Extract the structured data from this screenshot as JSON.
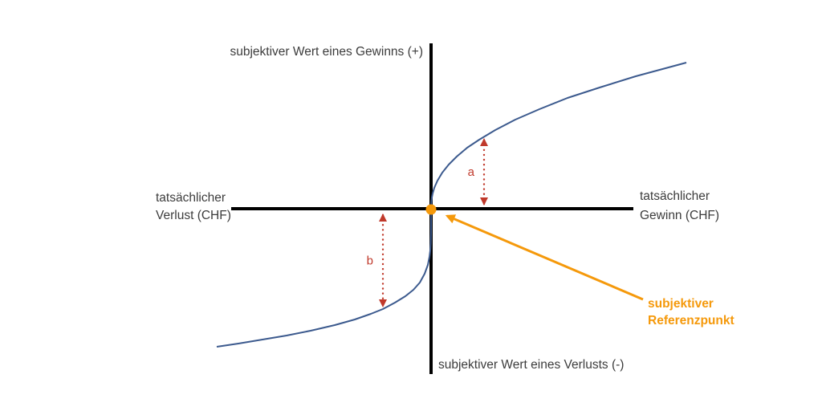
{
  "chart_data": {
    "type": "line",
    "title": "",
    "x_axis": {
      "negative_label": [
        "tatsächlicher",
        "Verlust (CHF)"
      ],
      "positive_label": [
        "tatsächlicher",
        "Gewinn (CHF)"
      ]
    },
    "y_axis": {
      "positive_label": "subjektiver Wert eines Gewinns (+)",
      "negative_label": "subjektiver Wert eines Verlusts (-)"
    },
    "series": [
      {
        "name": "value-function-curve",
        "color": "#3c5a8e",
        "points": [
          [
            -267,
            -172
          ],
          [
            -240,
            -168
          ],
          [
            -210,
            -163
          ],
          [
            -180,
            -158
          ],
          [
            -150,
            -152
          ],
          [
            -120,
            -145
          ],
          [
            -95,
            -138
          ],
          [
            -75,
            -131
          ],
          [
            -60,
            -125
          ],
          [
            -45,
            -117
          ],
          [
            -32,
            -109
          ],
          [
            -22,
            -101
          ],
          [
            -14,
            -92
          ],
          [
            -8,
            -81
          ],
          [
            -4,
            -70
          ],
          [
            -2,
            -60
          ],
          [
            -1,
            -52
          ],
          [
            -0.4,
            -43
          ],
          [
            -0.1,
            -30
          ],
          [
            0,
            0
          ],
          [
            0.1,
            4
          ],
          [
            0.4,
            9
          ],
          [
            1,
            14
          ],
          [
            2,
            19
          ],
          [
            4,
            26
          ],
          [
            8,
            35
          ],
          [
            14,
            45
          ],
          [
            22,
            55
          ],
          [
            32,
            65
          ],
          [
            45,
            76
          ],
          [
            60,
            86
          ],
          [
            80,
            98
          ],
          [
            105,
            111
          ],
          [
            135,
            124
          ],
          [
            170,
            138
          ],
          [
            210,
            151
          ],
          [
            255,
            165
          ],
          [
            318,
            182
          ]
        ]
      }
    ],
    "reference_point": {
      "x": 0,
      "y": 0,
      "label": [
        "subjektiver",
        "Referenzpunkt"
      ],
      "color": "#f5990b"
    },
    "annotations": [
      {
        "label": "a",
        "x": 66,
        "y_from": 6,
        "y_to": 86,
        "color": "#c0392b"
      },
      {
        "label": "b",
        "x": -60,
        "y_from": -8,
        "y_to": -121,
        "color": "#c0392b"
      }
    ],
    "colors": {
      "axis": "#000000",
      "curve": "#3c5a8e",
      "annotation_red": "#c0392b",
      "accent_orange": "#f5990b",
      "text": "#3c3c3c"
    }
  }
}
